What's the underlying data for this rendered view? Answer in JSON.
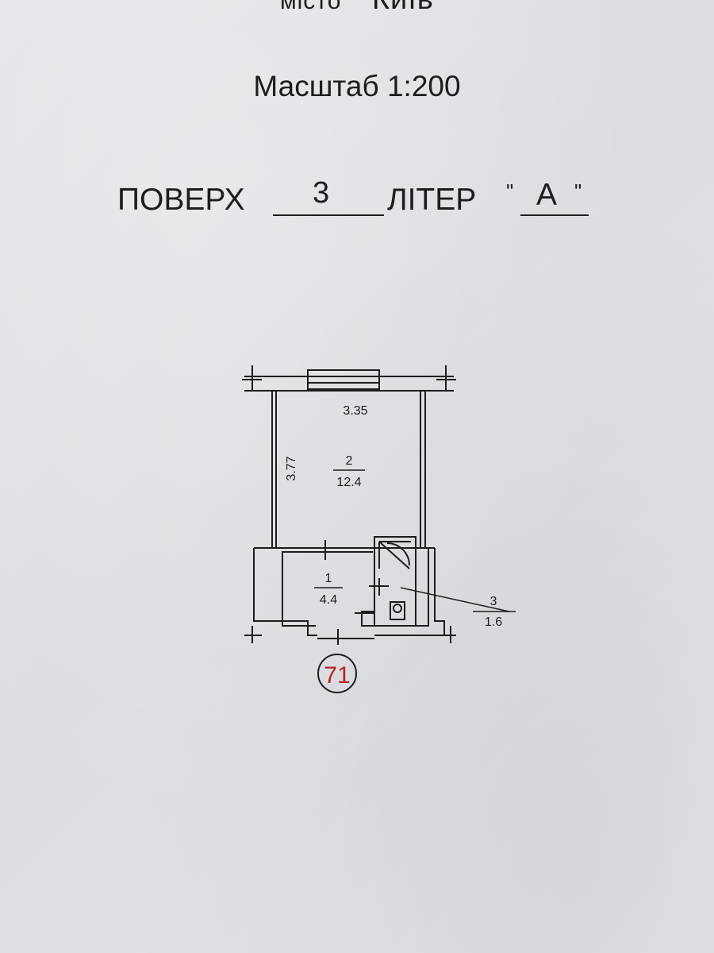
{
  "header": {
    "city_label": "місто",
    "city_value": "Київ",
    "scale": "Масштаб 1:200"
  },
  "floor": {
    "label": "ПОВЕРХ",
    "value": "3",
    "liter_label": "ЛІТЕР",
    "liter_quote_open": "\"",
    "liter_value": "А",
    "liter_quote_close": "\""
  },
  "plan": {
    "width_dim": "3.35",
    "height_dim": "3.77",
    "rooms": [
      {
        "number": "2",
        "area": "12.4"
      },
      {
        "number": "1",
        "area": "4.4"
      },
      {
        "number": "3",
        "area": "1.6"
      }
    ],
    "stamp": "71"
  },
  "colors": {
    "ink": "#1d1d1f",
    "stamp": "#b3242a",
    "paper": "#e1e2e6"
  }
}
